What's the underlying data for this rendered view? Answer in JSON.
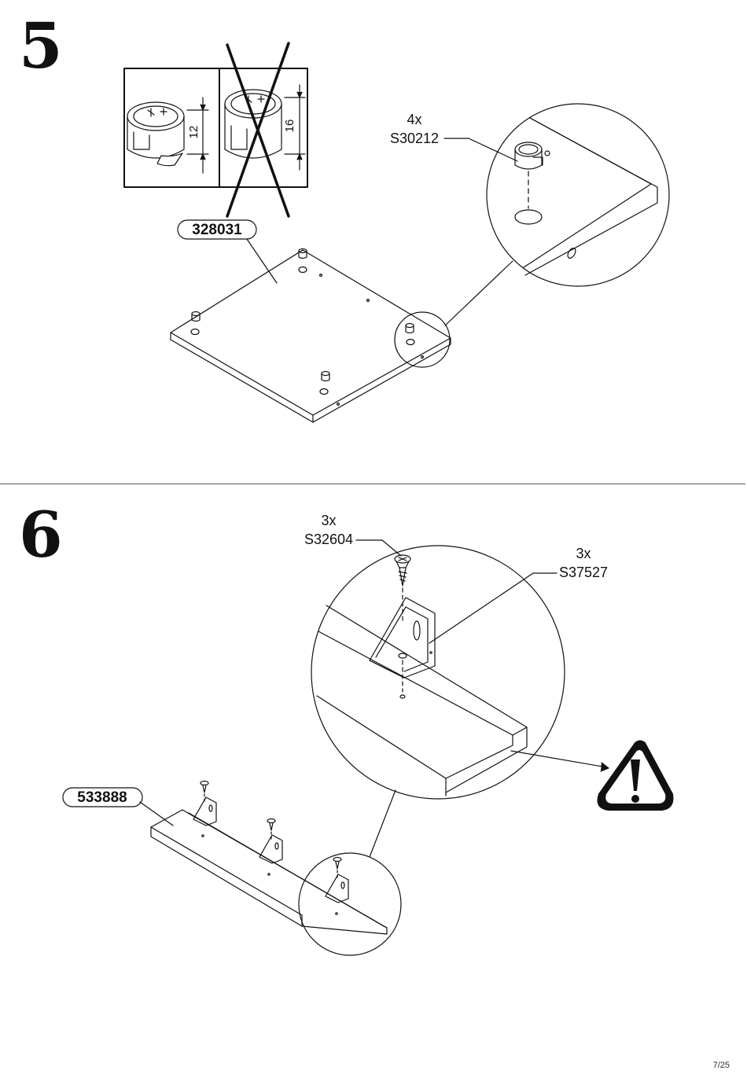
{
  "page": {
    "page_number": "7/25"
  },
  "step5": {
    "number": "5",
    "part_id": "328031",
    "detail_qty": "4x",
    "detail_code": "S30212",
    "dim_ok": "12",
    "dim_wrong": "16"
  },
  "step6": {
    "number": "6",
    "part_id": "533888",
    "screw_qty": "3x",
    "screw_code": "S32604",
    "bracket_qty": "3x",
    "bracket_code": "S37527"
  },
  "icons": [
    "warning-icon",
    "cam-lock-icon",
    "screw-icon",
    "bracket-icon"
  ]
}
